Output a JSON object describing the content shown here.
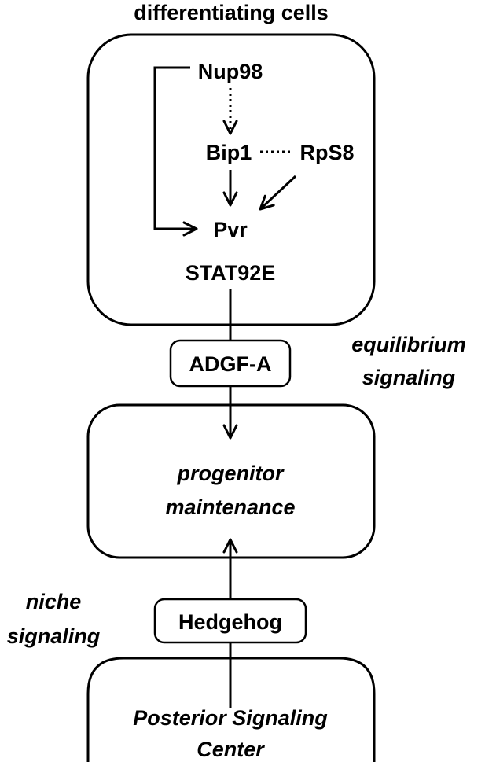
{
  "colors": {
    "stroke": "#000000",
    "background": "#ffffff",
    "text": "#000000"
  },
  "header": {
    "title": "differentiating cells"
  },
  "top_box": {
    "nup98": "Nup98",
    "bip1": "Bip1",
    "rps8": "RpS8",
    "pvr": "Pvr",
    "stat": "STAT92E"
  },
  "adgf": {
    "label": "ADGF-A"
  },
  "equilibrium": {
    "line1": "equilibrium",
    "line2": "signaling"
  },
  "middle_box": {
    "line1": "progenitor",
    "line2": "maintenance"
  },
  "niche": {
    "line1": "niche",
    "line2": "signaling"
  },
  "hedgehog": {
    "label": "Hedgehog"
  },
  "bottom_box": {
    "line1": "Posterior Signaling",
    "line2": "Center"
  }
}
